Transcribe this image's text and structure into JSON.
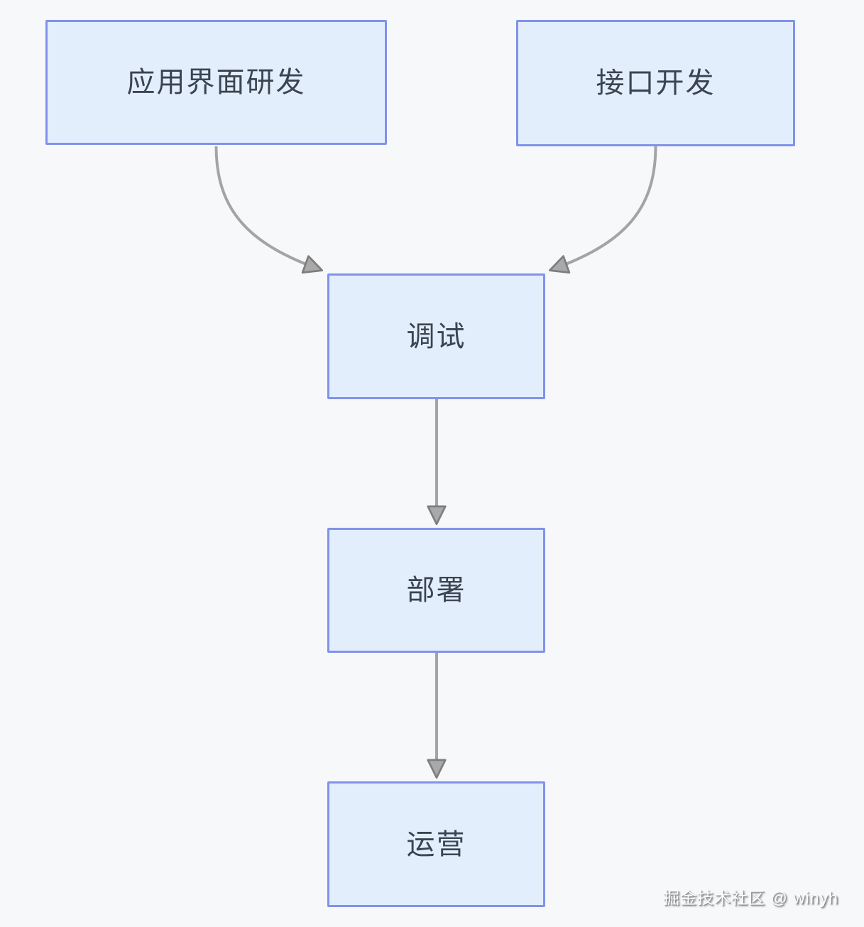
{
  "diagram": {
    "title": "development-flow",
    "nodes": [
      {
        "id": "ui-dev",
        "label": "应用界面研发"
      },
      {
        "id": "api-dev",
        "label": "接口开发"
      },
      {
        "id": "debug",
        "label": "调试"
      },
      {
        "id": "deploy",
        "label": "部署"
      },
      {
        "id": "operate",
        "label": "运营"
      }
    ],
    "edges": [
      {
        "from": "ui-dev",
        "to": "debug",
        "style": "curved-arrow"
      },
      {
        "from": "api-dev",
        "to": "debug",
        "style": "curved-arrow"
      },
      {
        "from": "debug",
        "to": "deploy",
        "style": "straight-arrow"
      },
      {
        "from": "deploy",
        "to": "operate",
        "style": "straight-arrow"
      }
    ]
  },
  "watermark": {
    "text": "掘金技术社区 @ winyh"
  },
  "colors": {
    "background": "#f7f8fa",
    "node_fill": "#e3eefd",
    "node_border": "#8092ea",
    "node_text": "#3b4551",
    "edge_line": "#a4a4a4",
    "arrowhead_fill": "#a9a9a9",
    "arrowhead_stroke": "#7e7e7e",
    "watermark_text": "#fcfcfc"
  }
}
